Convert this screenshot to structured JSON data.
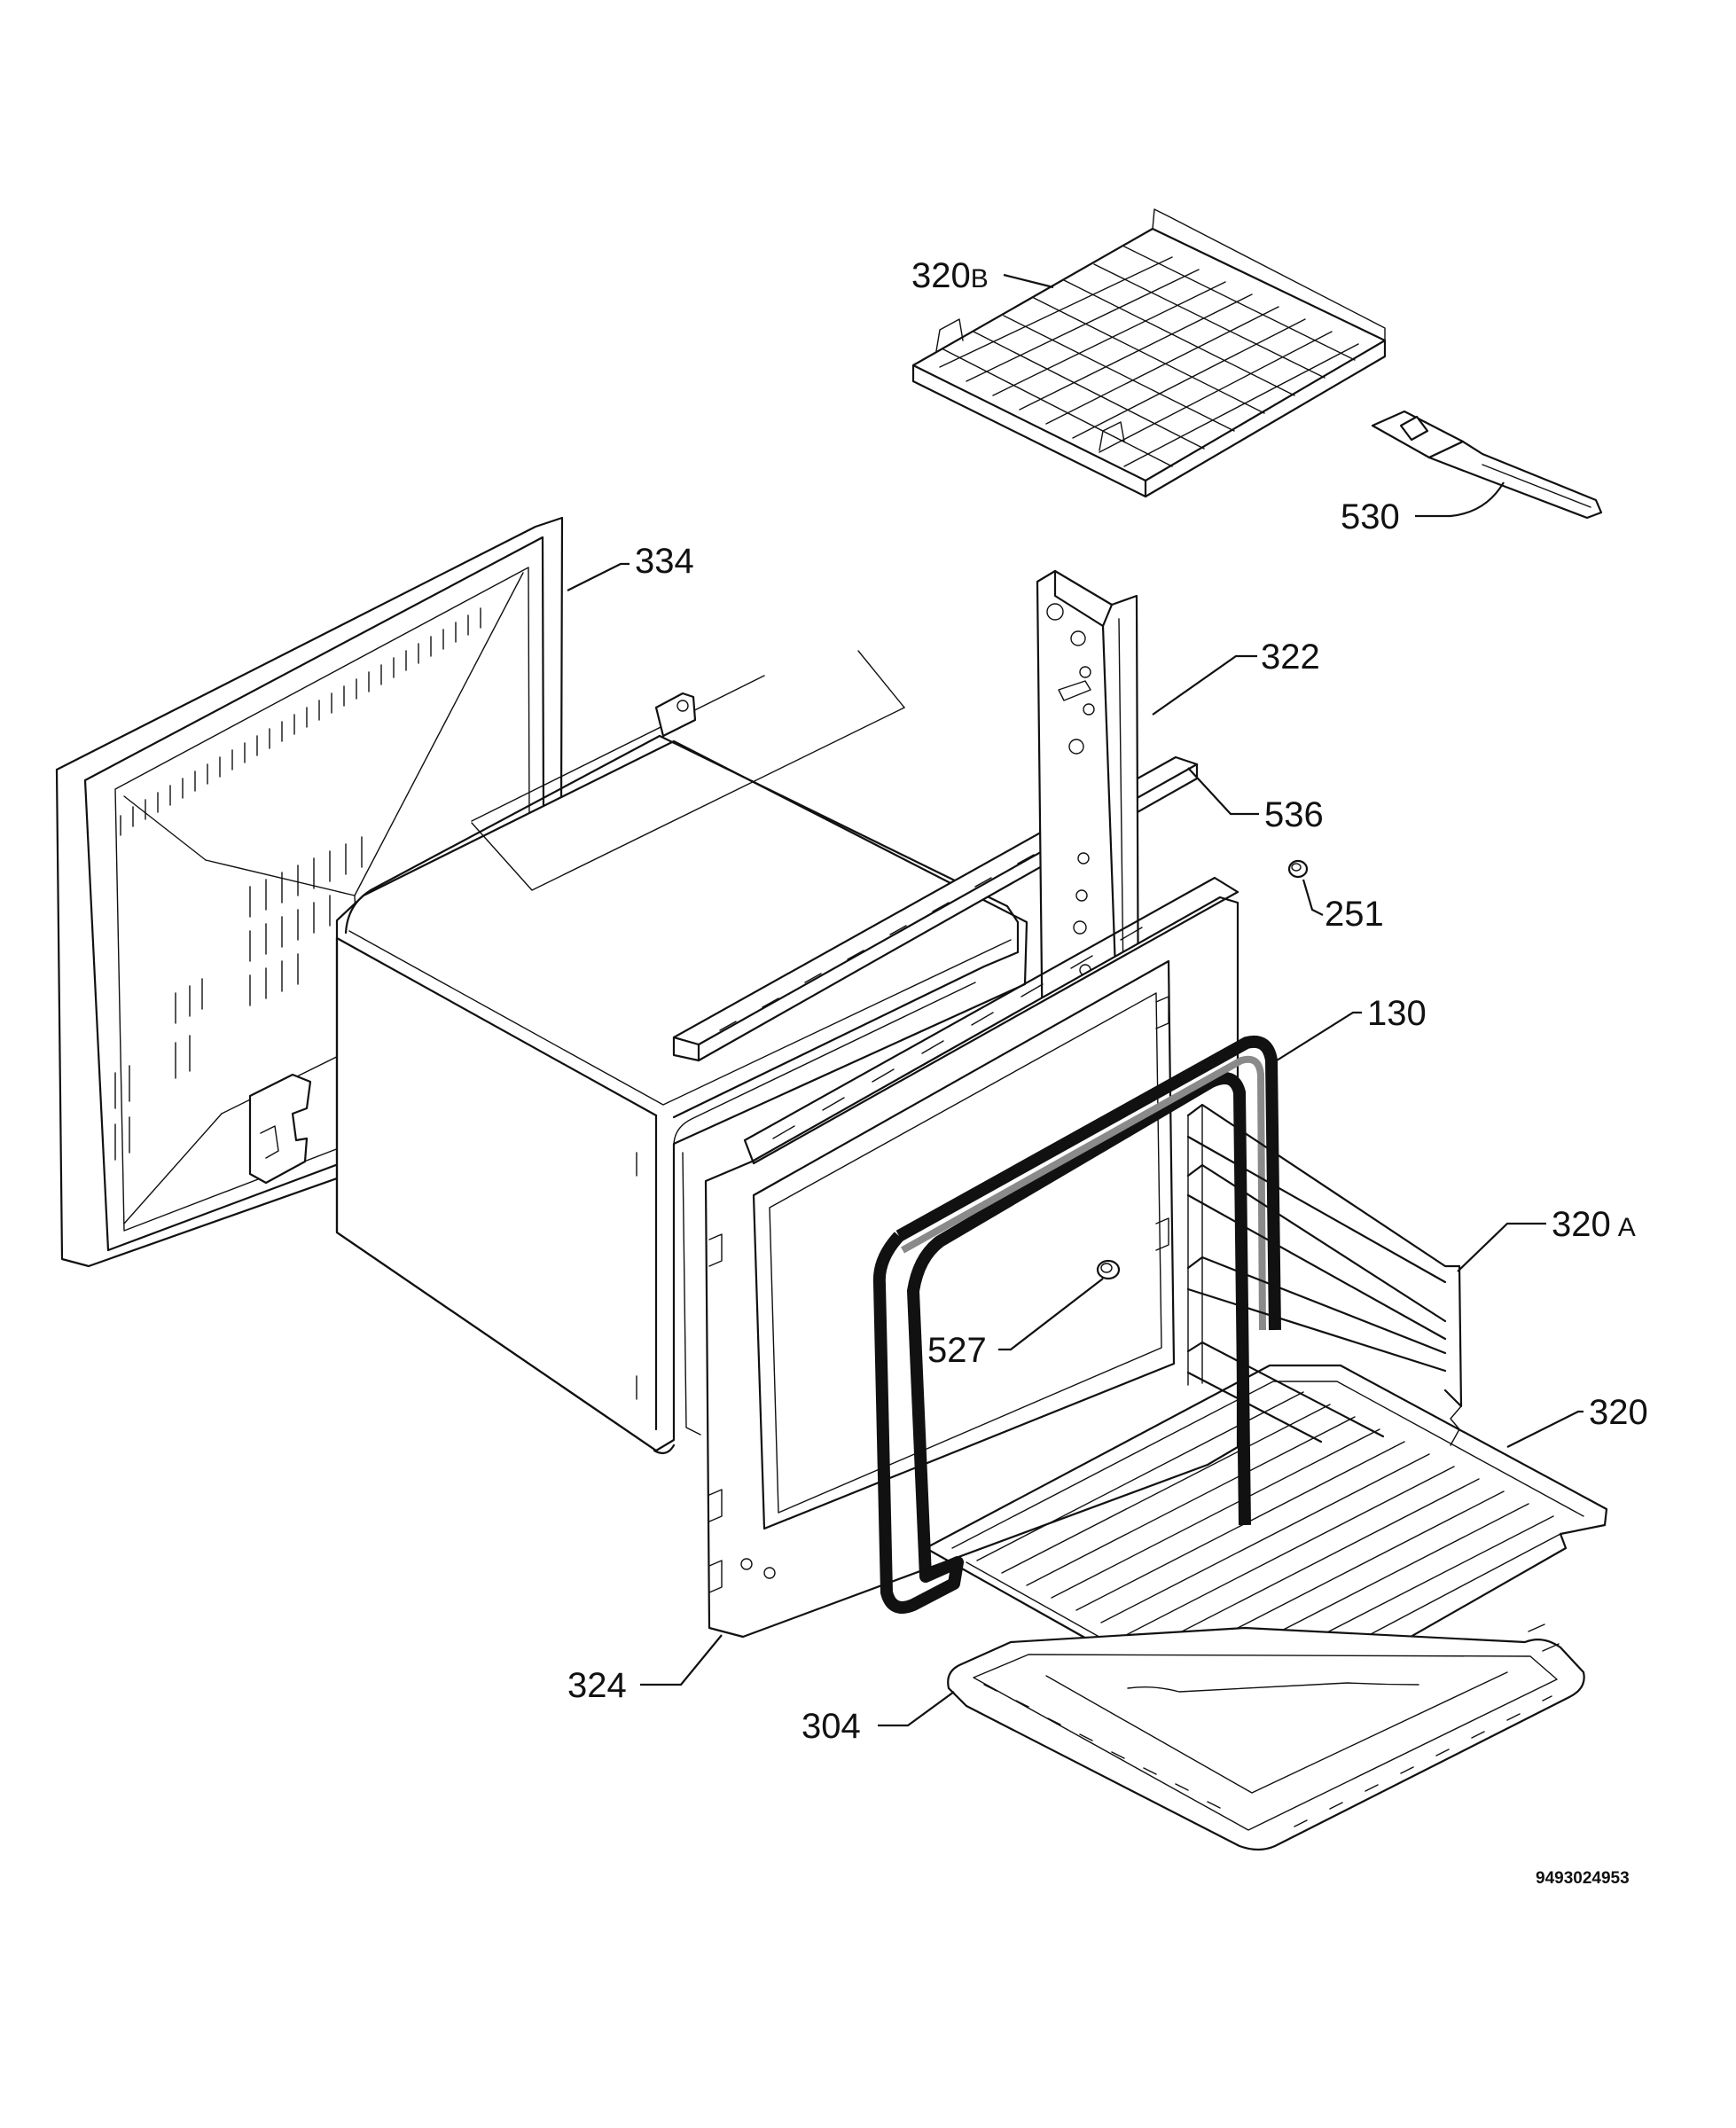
{
  "callouts": {
    "p320b": {
      "num": "320",
      "suffix": "B"
    },
    "p530": "530",
    "p334": "334",
    "p322": "322",
    "p536": "536",
    "p251": "251",
    "p130": "130",
    "p320a": {
      "num": "320",
      "suffix": "A"
    },
    "p527": "527",
    "p320": "320",
    "p324": "324",
    "p304": "304"
  },
  "doc_number": "9493024953"
}
